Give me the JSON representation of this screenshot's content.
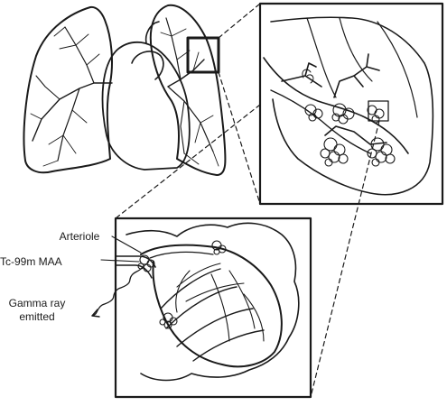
{
  "labels": {
    "arteriole": "Arteriole",
    "tracer": "Tc-99m MAA",
    "gamma_line1": "Gamma ray",
    "gamma_line2": "emitted"
  },
  "colors": {
    "ink": "#1a1a1a",
    "background": "#ffffff"
  }
}
